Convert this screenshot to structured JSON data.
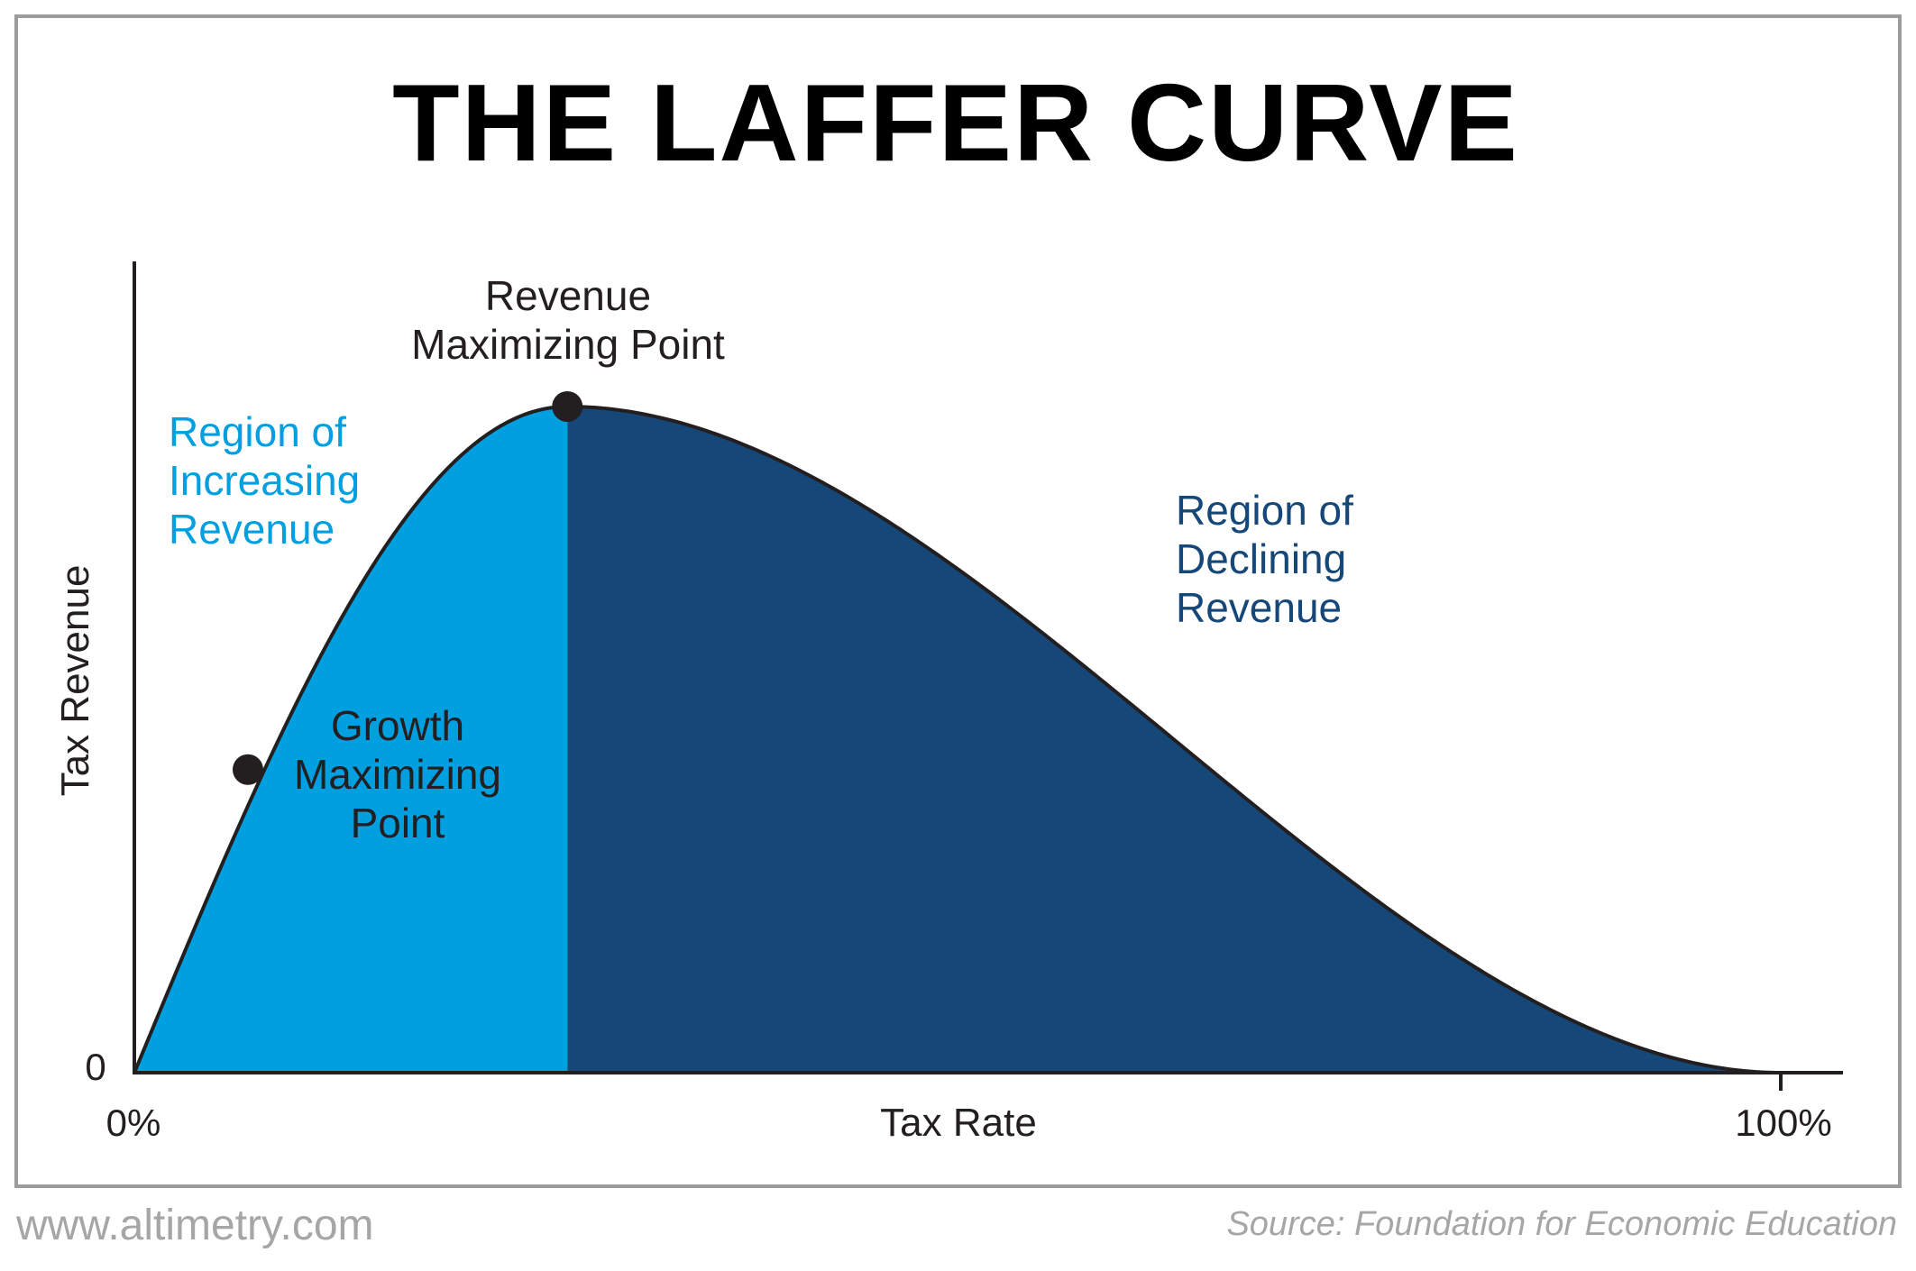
{
  "chart_data": {
    "type": "area",
    "title": "THE LAFFER CURVE",
    "xlabel": "Tax Rate",
    "ylabel": "Tax Revenue",
    "x_ticks": [
      "0%",
      "100%"
    ],
    "y_ticks": [
      "0"
    ],
    "xlim": [
      0,
      100
    ],
    "ylim": [
      0,
      100
    ],
    "peak_x": 26.3,
    "growth_point": {
      "x": 6.9,
      "y": 45.5
    },
    "revenue_point": {
      "x": 26.3,
      "y": 100
    },
    "annotations": {
      "revenue_point": [
        "Revenue",
        "Maximizing Point"
      ],
      "growth_point": [
        "Growth",
        "Maximizing",
        "Point"
      ],
      "increasing": [
        "Region of",
        "Increasing",
        "Revenue"
      ],
      "declining": [
        "Region of",
        "Declining",
        "Revenue"
      ]
    }
  },
  "footer": {
    "website": "www.altimetry.com",
    "source": "Source: Foundation for Economic Education"
  },
  "colors": {
    "frame": "#9c9c9c",
    "axis": "#231f20",
    "curve": "#231f20",
    "increasing_fill": "#009fe0",
    "declining_fill": "#154778",
    "increasing_text": "#009fe0",
    "declining_text": "#154778",
    "footer_text": "#a6a6a6",
    "point": "#231f20"
  }
}
